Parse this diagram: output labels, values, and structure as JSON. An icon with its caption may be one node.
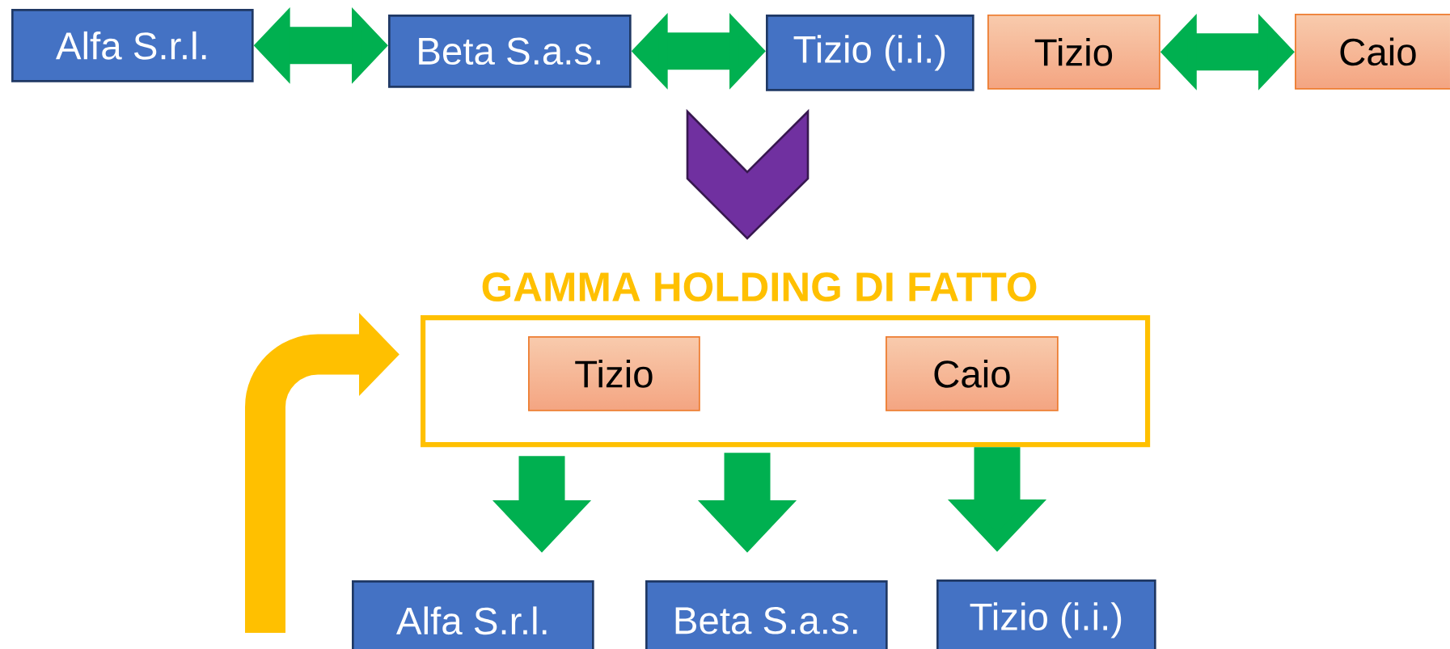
{
  "diagram": {
    "nodes": [
      {
        "text": [
          "Alfa S.r.l."
        ]
      },
      {
        "text": [
          "Beta S.a.s."
        ]
      },
      {
        "text": [
          "Tizio (i.i.)"
        ]
      },
      {
        "text": [
          "Tizio"
        ]
      },
      {
        "text": [
          "Caio"
        ]
      },
      {
        "text": [
          "GAMMA HOLDING DI FATTO"
        ]
      },
      {
        "text": [
          "Tizio"
        ],
        "in": 5
      },
      {
        "text": [
          "Caio"
        ],
        "in": 5
      },
      {
        "text": [
          "Alfa S.r.l."
        ]
      },
      {
        "text": [
          "Beta S.a.s."
        ]
      },
      {
        "text": [
          "Tizio (i.i.)"
        ]
      }
    ],
    "edges": [
      {
        "from": 0,
        "to": 1,
        "arrow": "both"
      },
      {
        "from": 1,
        "to": 2,
        "arrow": "both"
      },
      {
        "from": 3,
        "to": 4,
        "arrow": "both"
      },
      {
        "from": null,
        "to": 5,
        "arrow": "to",
        "color": "#7030a0"
      },
      {
        "from": 5,
        "to": 8,
        "arrow": "to"
      },
      {
        "from": 5,
        "to": 9,
        "arrow": "to"
      },
      {
        "from": 5,
        "to": 10,
        "arrow": "to"
      },
      {
        "from": null,
        "to": 5,
        "arrow": "to",
        "color": "#ffc000"
      }
    ]
  }
}
